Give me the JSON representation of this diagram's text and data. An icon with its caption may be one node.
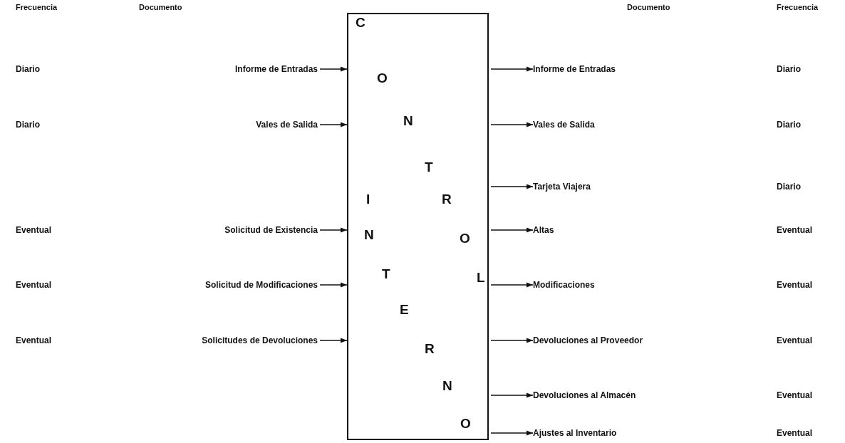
{
  "diagram": {
    "nodes": [
      {
        "text": [
          "C",
          "O",
          "N",
          "T",
          "R",
          "O",
          "L",
          "I",
          "N",
          "T",
          "E",
          "R",
          "N",
          "O"
        ]
      },
      {
        "text": [
          "Informe de Entradas"
        ]
      },
      {
        "text": [
          "Vales de Salida"
        ]
      },
      {
        "text": [
          "Solicitud de Existencia"
        ]
      },
      {
        "text": [
          "Solicitud de Modificaciones"
        ]
      },
      {
        "text": [
          "Solicitudes de Devoluciones"
        ]
      },
      {
        "text": [
          "Informe de Entradas"
        ]
      },
      {
        "text": [
          "Vales de Salida"
        ]
      },
      {
        "text": [
          "Tarjeta Viajera"
        ]
      },
      {
        "text": [
          "Altas"
        ]
      },
      {
        "text": [
          "Modificaciones"
        ]
      },
      {
        "text": [
          "Devoluciones al Proveedor"
        ]
      },
      {
        "text": [
          "Devoluciones al Almacén"
        ]
      },
      {
        "text": [
          "Ajustes al Inventario"
        ]
      }
    ],
    "edges": [
      {
        "from": 1,
        "to": 0,
        "arrow": "to"
      },
      {
        "from": 2,
        "to": 0,
        "arrow": "to"
      },
      {
        "from": 3,
        "to": 0,
        "arrow": "to"
      },
      {
        "from": 4,
        "to": 0,
        "arrow": "to"
      },
      {
        "from": 5,
        "to": 0,
        "arrow": "to"
      },
      {
        "from": 0,
        "to": 6,
        "arrow": "to"
      },
      {
        "from": 0,
        "to": 7,
        "arrow": "to"
      },
      {
        "from": 0,
        "to": 8,
        "arrow": "to"
      },
      {
        "from": 0,
        "to": 9,
        "arrow": "to"
      },
      {
        "from": 0,
        "to": 10,
        "arrow": "to"
      },
      {
        "from": 0,
        "to": 11,
        "arrow": "to"
      },
      {
        "from": 0,
        "to": 12,
        "arrow": "to"
      },
      {
        "from": 0,
        "to": 13,
        "arrow": "to"
      }
    ],
    "labels": [
      "Frecuencia",
      "Documento",
      "Documento",
      "Frecuencia",
      "Diario",
      "Diario",
      "Diario",
      "Diario",
      "Diario",
      "Eventual",
      "Eventual",
      "Eventual",
      "Eventual",
      "Eventual",
      "Eventual",
      "Eventual",
      "Eventual"
    ]
  }
}
